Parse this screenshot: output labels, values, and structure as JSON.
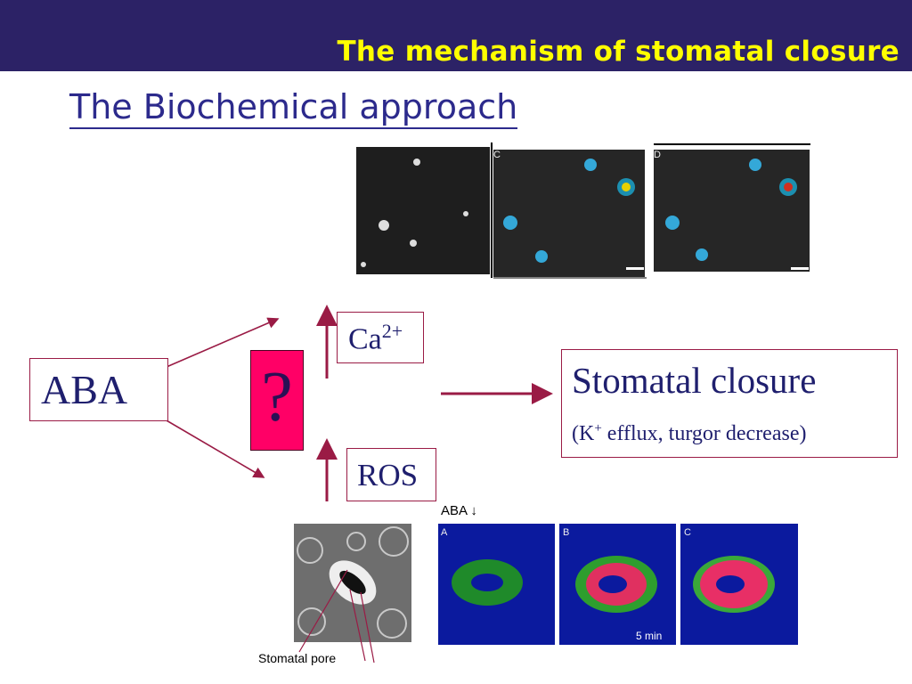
{
  "header": {
    "title": "The mechanism of stomatal closure"
  },
  "subtitle": "The Biochemical approach",
  "diagram": {
    "aba": "ABA",
    "question": "?",
    "ca": {
      "base": "Ca",
      "sup": "2+"
    },
    "ros": "ROS",
    "closure": {
      "title": "Stomatal closure",
      "detail_k": "(K",
      "detail_sup": "+",
      "detail_rest": " efflux, turgor decrease)"
    }
  },
  "top_images": {
    "panel_c_label": "C",
    "panel_d_label": "D"
  },
  "bottom_images": {
    "aba_label": "ABA ↓",
    "panel_a_label": "A",
    "panel_b_label": "B",
    "panel_c_label": "C",
    "time_label": "5 min",
    "stomatal_pore_label": "Stomatal pore"
  },
  "colors": {
    "header_bg": "#2c2266",
    "header_text": "#ffff00",
    "accent": "#9a1b45",
    "question_bg": "#ff0066"
  }
}
